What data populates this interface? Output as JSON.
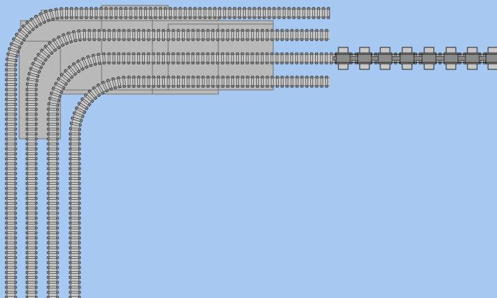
{
  "canvas": {
    "background_color": "#a6c8f1"
  },
  "colors": {
    "baseplate_fill": "#b9b9b9",
    "baseplate_stroke": "#6f6f6f",
    "rail_color": "#7d7d7d",
    "tie_fill": "#c8c8c8",
    "tie_stroke": "#1e1e1e",
    "ladder_fill": "#8a8a8a"
  },
  "tracks": [
    {
      "name": "track-1",
      "kind": "curve-to-straight"
    },
    {
      "name": "track-2",
      "kind": "curve-to-straight"
    },
    {
      "name": "track-3",
      "kind": "curve-to-straight-with-ladder"
    },
    {
      "name": "track-4",
      "kind": "curve-to-straight"
    }
  ]
}
